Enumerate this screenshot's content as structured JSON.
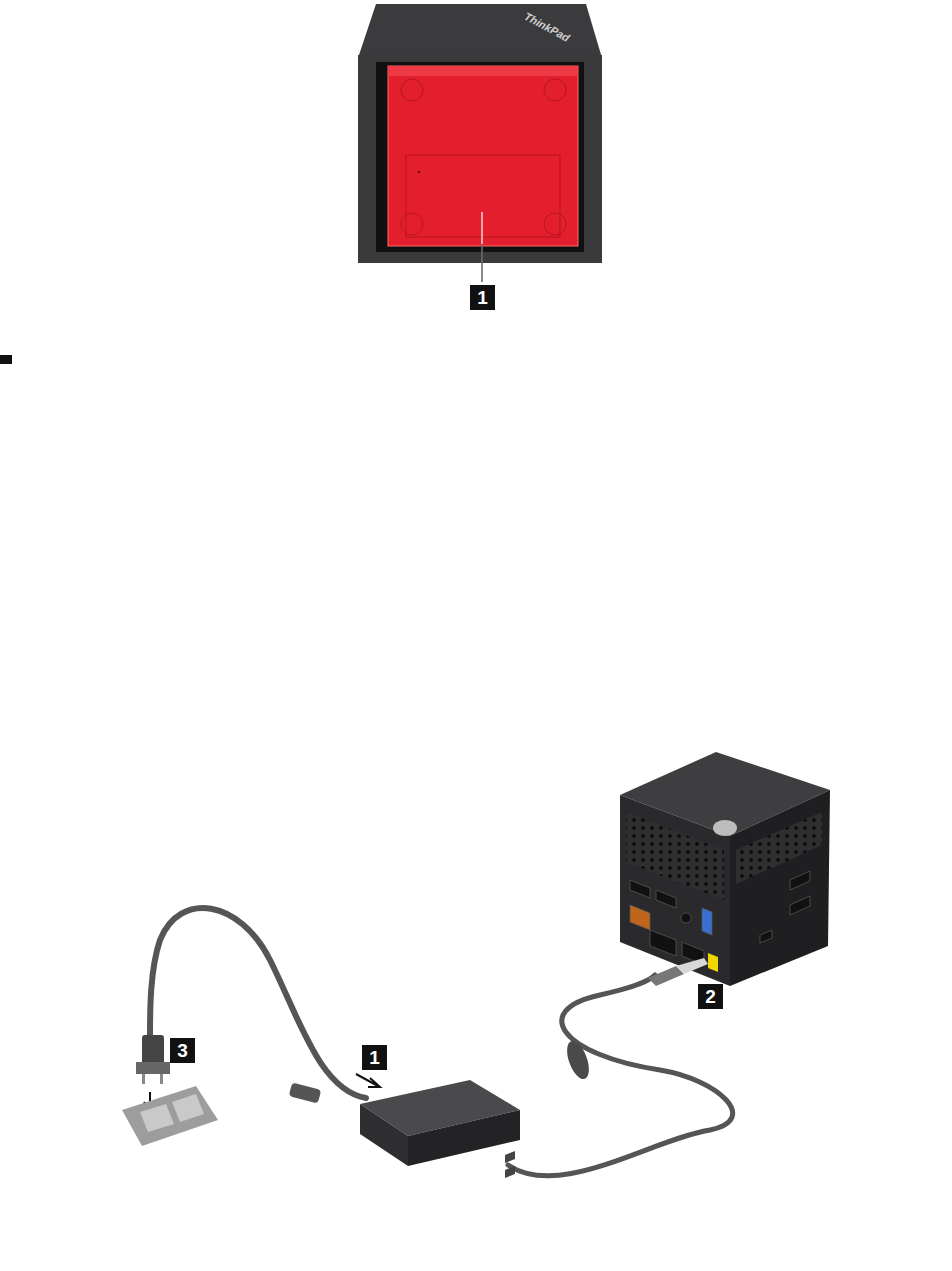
{
  "diagram": {
    "labels": [
      "ThinkPad",
      "1",
      "1",
      "2",
      "3"
    ]
  }
}
